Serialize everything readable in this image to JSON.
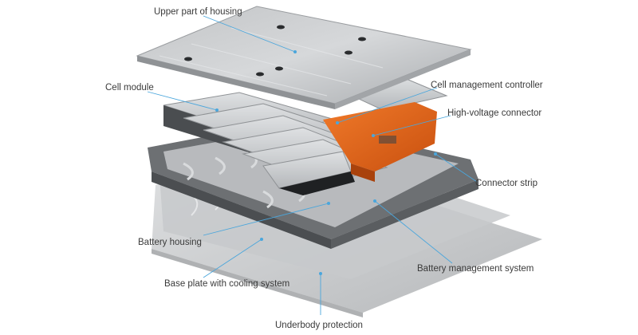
{
  "labels": {
    "upper_housing": "Upper part of housing",
    "cell_module": "Cell module",
    "cell_management_controller": "Cell management controller",
    "high_voltage_connector": "High-voltage connector",
    "connector_strip": "Connector strip",
    "battery_housing": "Battery housing",
    "base_plate": "Base plate with cooling system",
    "battery_management_system": "Battery management system",
    "underbody_protection": "Underbody protection"
  },
  "colors": {
    "leader_line": "#4aa6dc",
    "label_text": "#3a3a3a",
    "housing_metal": "#b9bbbd",
    "cell_module_silver": "#c9cbcd",
    "electronics_orange": "#e8621a",
    "dark_frame": "#55585b"
  }
}
